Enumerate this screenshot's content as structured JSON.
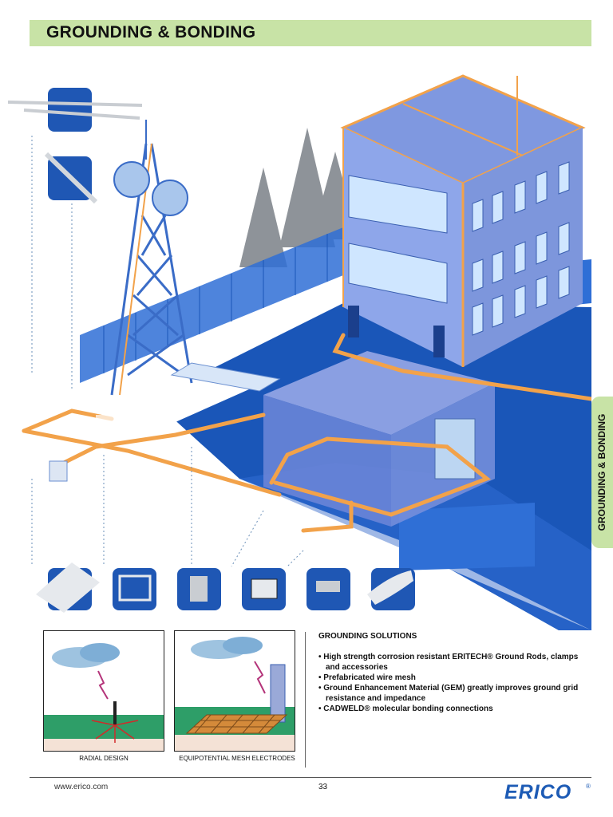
{
  "header": {
    "title": "GROUNDING & BONDING"
  },
  "side_tab": {
    "label": "GROUNDING & BONDING"
  },
  "colors": {
    "header_band": "#c8e3a6",
    "ground": "#1a56b8",
    "building": "#7f98e0",
    "conductor": "#f2a24a",
    "logo_blue": "#1d5bb5"
  },
  "diagrams": [
    {
      "caption": "RADIAL DESIGN"
    },
    {
      "caption": "EQUIPOTENTIAL MESH ELECTRODES"
    }
  ],
  "solutions": {
    "heading": "GROUNDING SOLUTIONS",
    "items": [
      "• High strength corrosion resistant ERITECH® Ground Rods, clamps and accessories",
      "• Prefabricated wire mesh",
      "• Ground Enhancement Material (GEM) greatly improves ground grid resistance and impedance",
      "• CADWELD® molecular bonding connections"
    ]
  },
  "footer": {
    "url": "www.erico.com",
    "page_number": "33",
    "logo_text": "ERICO",
    "logo_mark": "®"
  }
}
